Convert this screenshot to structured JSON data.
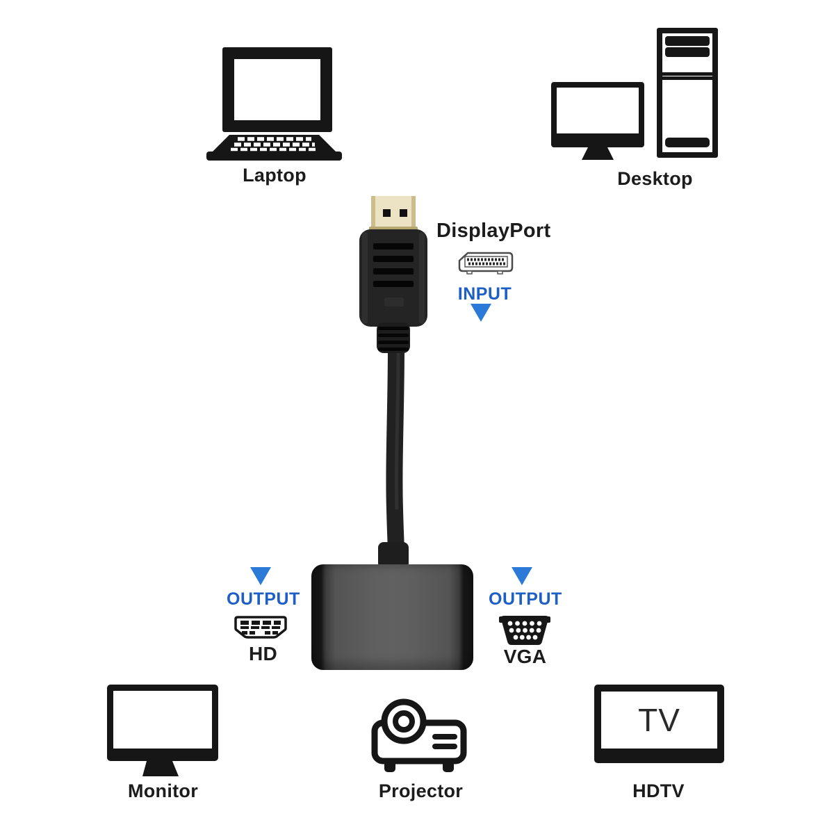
{
  "sources": {
    "laptop": {
      "label": "Laptop"
    },
    "desktop": {
      "label": "Desktop"
    }
  },
  "adapter": {
    "input": {
      "connector": "DisplayPort",
      "direction": "INPUT"
    },
    "hdmi_output": {
      "direction": "OUTPUT",
      "connector": "HD"
    },
    "vga_output": {
      "direction": "OUTPUT",
      "connector": "VGA"
    }
  },
  "displays": {
    "monitor": {
      "label": "Monitor"
    },
    "projector": {
      "label": "Projector"
    },
    "hdtv": {
      "label": "HDTV",
      "screen_text": "TV"
    }
  },
  "icons": [
    "laptop-icon",
    "desktop-icon",
    "displayport-plug-icon",
    "displayport-port-icon",
    "input-arrow-icon",
    "output-arrow-icon",
    "hdmi-port-icon",
    "vga-port-icon",
    "monitor-icon",
    "projector-icon",
    "tv-icon",
    "adapter-body",
    "dp-cable"
  ],
  "colors": {
    "background": "#ffffff",
    "icon_black": "#161616",
    "label_blue": "#1d5fc4",
    "arrow_blue": "#2b7ad8",
    "adapter_gray": "#5f5f5f",
    "connector_gold": "#ece3c4"
  }
}
